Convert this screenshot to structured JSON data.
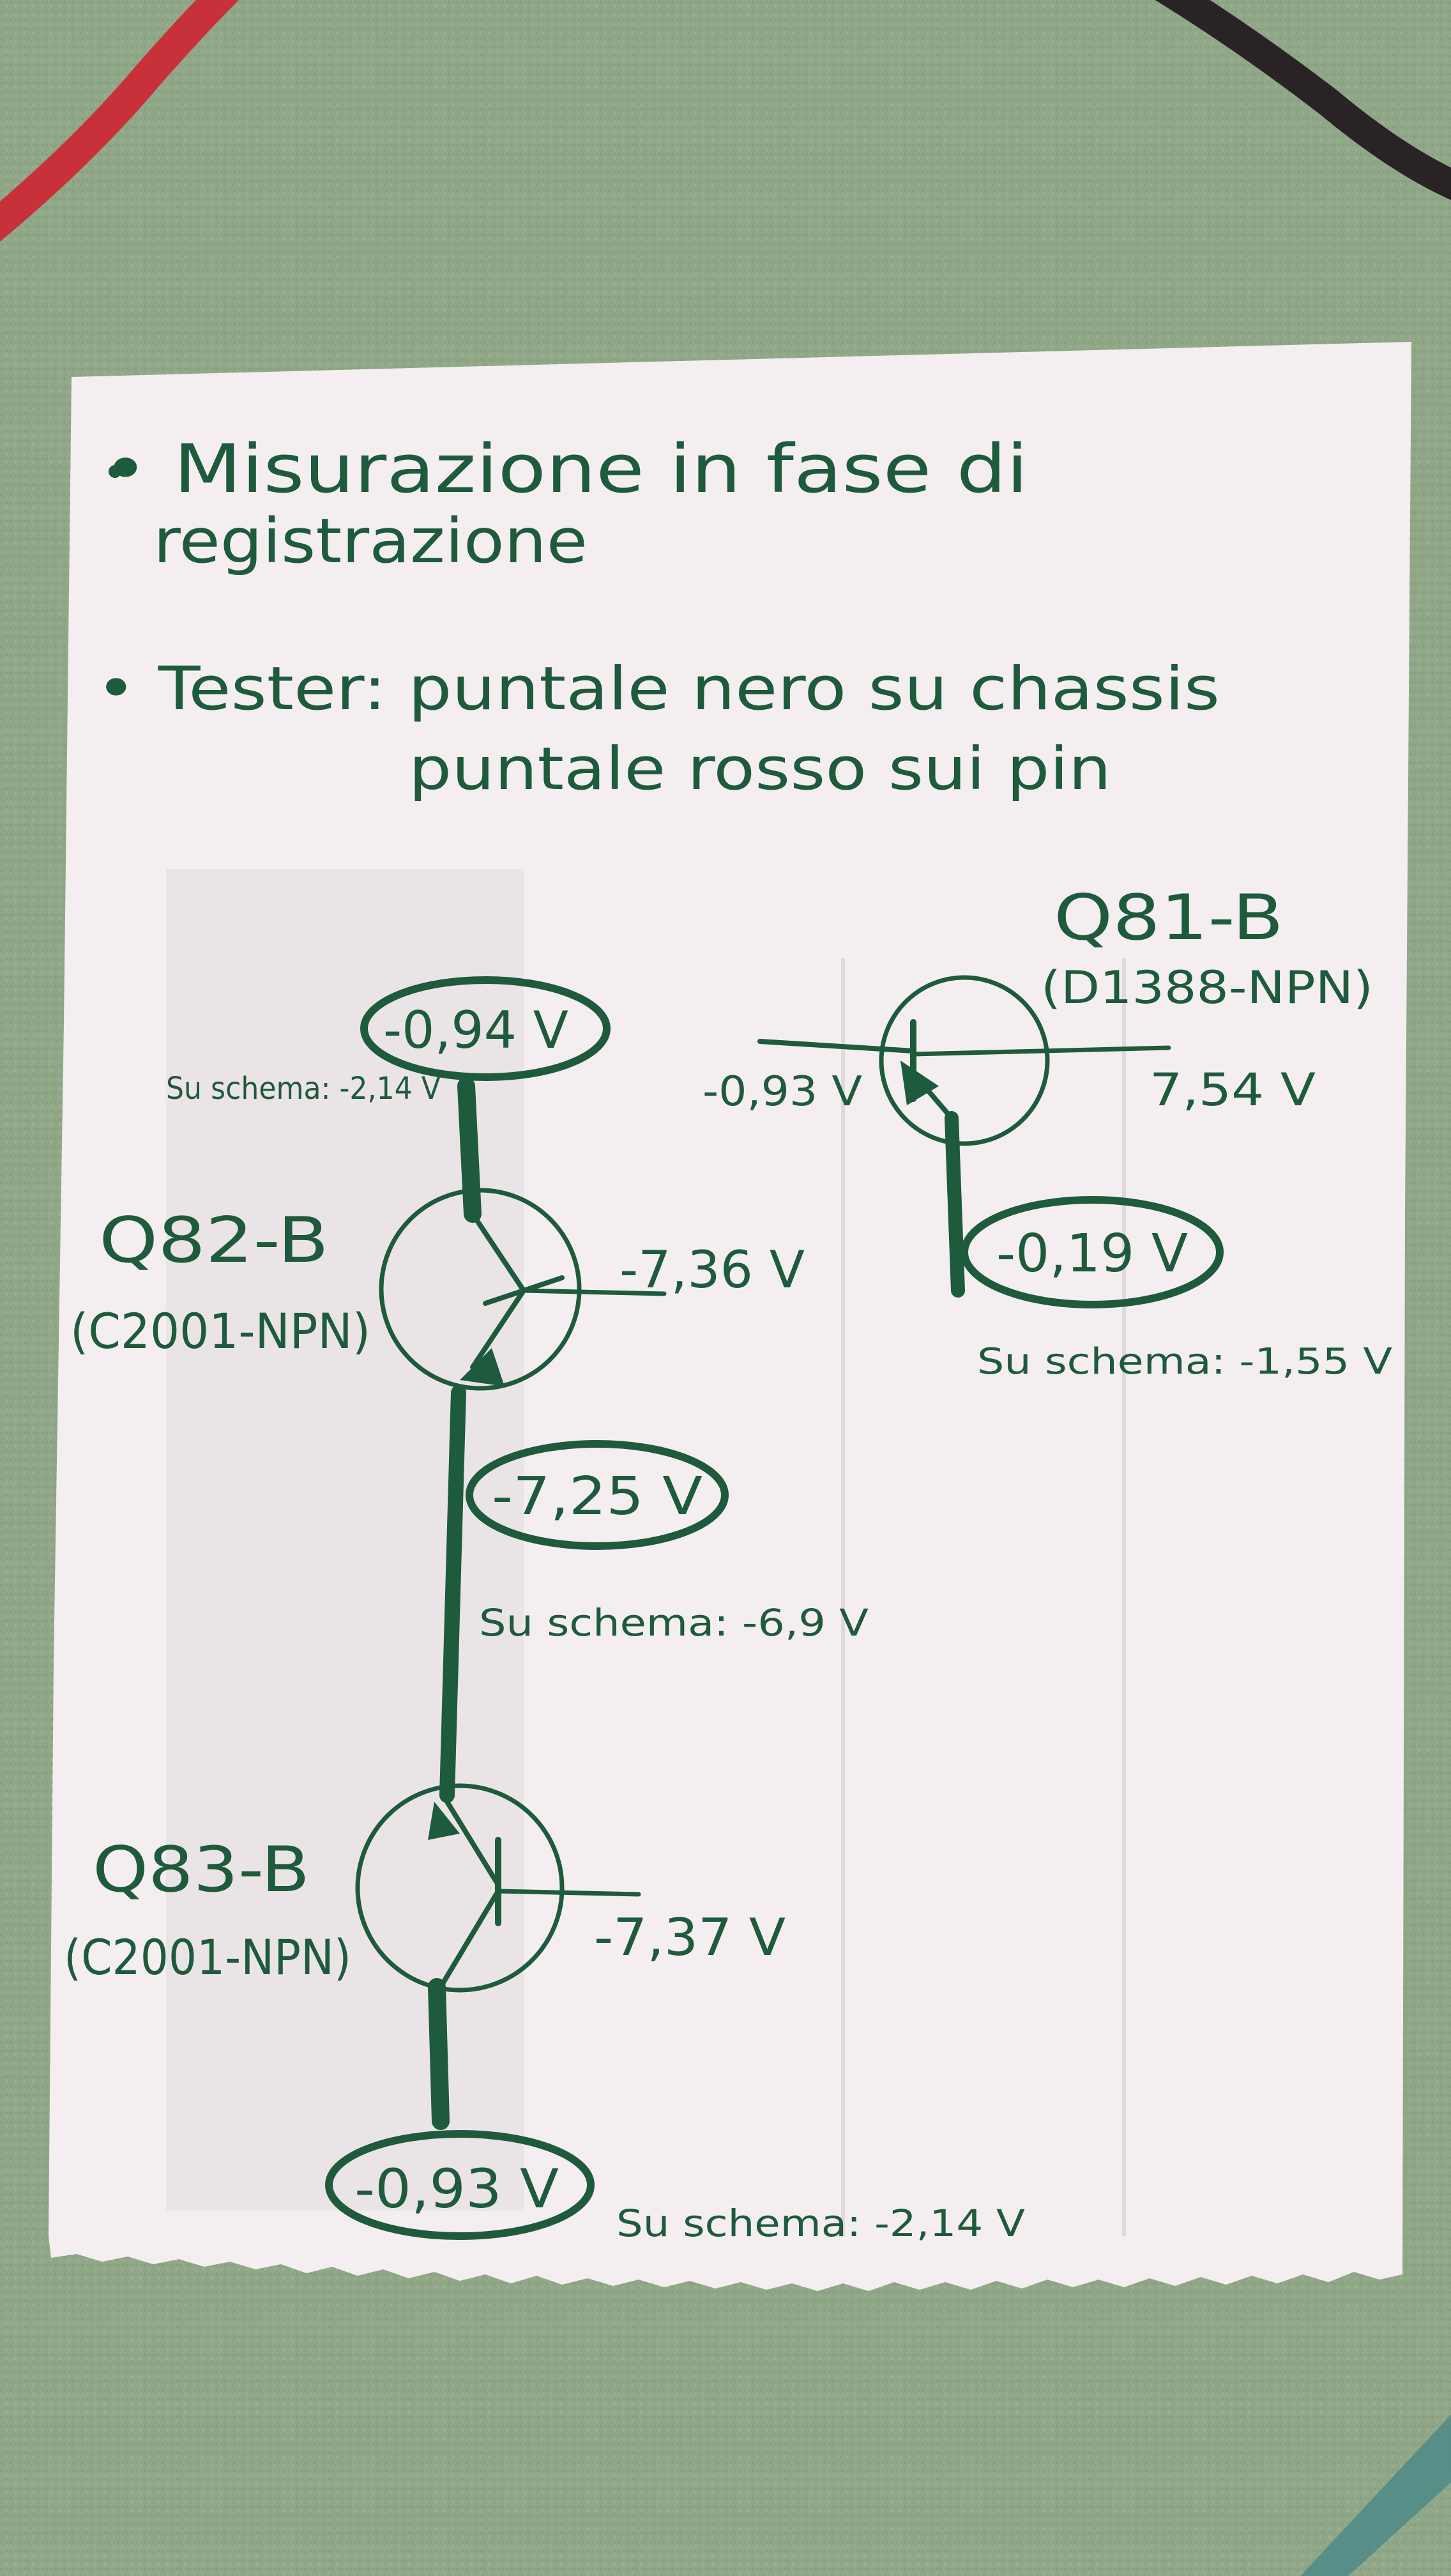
{
  "notes": {
    "line1a": "• Misurazione in fase di",
    "line1b": "registrazione",
    "line2a": "• Tester: puntale nero su chassis",
    "line2b": "puntale rosso sui pin"
  },
  "q81": {
    "name": "Q81-B",
    "model": "(D1388-NPN)",
    "base_voltage": "-0,93 V",
    "collector_voltage": "7,54 V",
    "emitter_voltage": "-0,19 V",
    "schema_note": "Su schema: -1,55 V"
  },
  "q82": {
    "name": "Q82-B",
    "model": "(C2001-NPN)",
    "top_voltage": "-0,94 V",
    "top_schema_note": "Su schema: -2,14 V",
    "side_voltage": "-7,36 V",
    "mid_voltage": "-7,25 V",
    "mid_schema_note": "Su schema: -6,9 V"
  },
  "q83": {
    "name": "Q83-B",
    "model": "(C2001-NPN)",
    "side_voltage": "-7,37 V",
    "bottom_voltage": "-0,93 V",
    "bottom_schema_note": "Su schema: -2,14 V"
  },
  "colors": {
    "ink": "#1e5a3c",
    "paper": "#f4eef1",
    "background": "#8fa586",
    "red_wire": "#c8303a",
    "black_wire": "#2a2326"
  }
}
